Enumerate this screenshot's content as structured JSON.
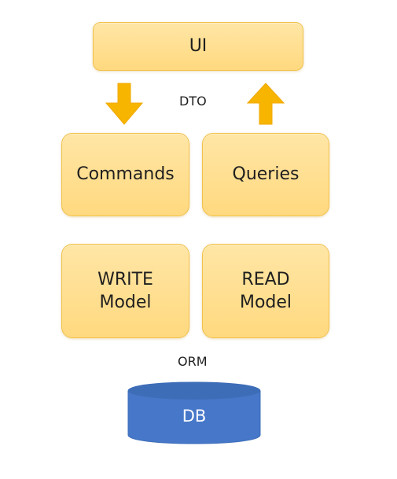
{
  "diagram": {
    "nodes": {
      "ui": "UI",
      "commands": "Commands",
      "queries": "Queries",
      "write_model": "WRITE\nModel",
      "read_model": "READ\nModel",
      "db": "DB"
    },
    "labels": {
      "dto": "DTO",
      "orm": "ORM"
    }
  },
  "colors": {
    "box_fill": "#ffd97f",
    "box_border": "#f1c14a",
    "arrow_fill": "#f7b500",
    "db_fill": "#4677c9",
    "text": "#1f1f1f"
  },
  "icons": {
    "down_arrow": "arrow-down-icon",
    "up_arrow": "arrow-up-icon",
    "database": "database-cylinder-icon"
  }
}
